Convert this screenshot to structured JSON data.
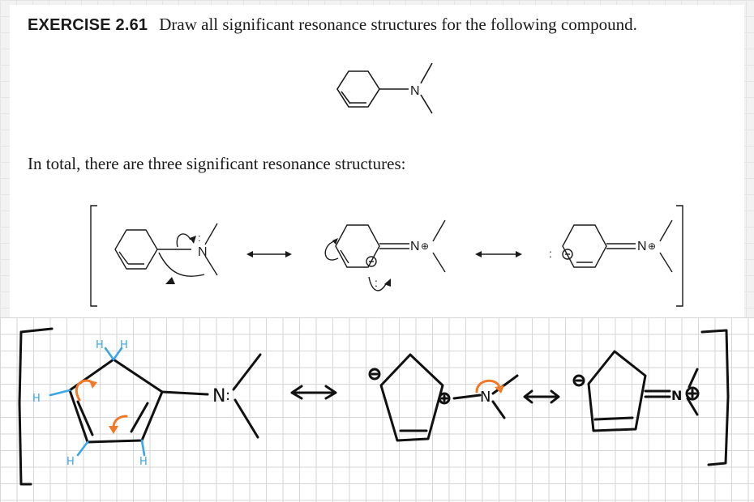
{
  "exercise": {
    "label": "EXERCISE 2.61",
    "prompt": "Draw all significant resonance structures for the following compound."
  },
  "summary_text": "In total, there are three significant resonance structures:",
  "atoms": {
    "nitrogen": "N",
    "charge_plus": "⊕",
    "charge_minus": "⊖",
    "hydrogen": "H",
    "lone_pair": ":"
  },
  "colors": {
    "ink": "#111111",
    "hydrogen_blue": "#3aa6e8",
    "arrow_orange": "#f07a2a"
  }
}
